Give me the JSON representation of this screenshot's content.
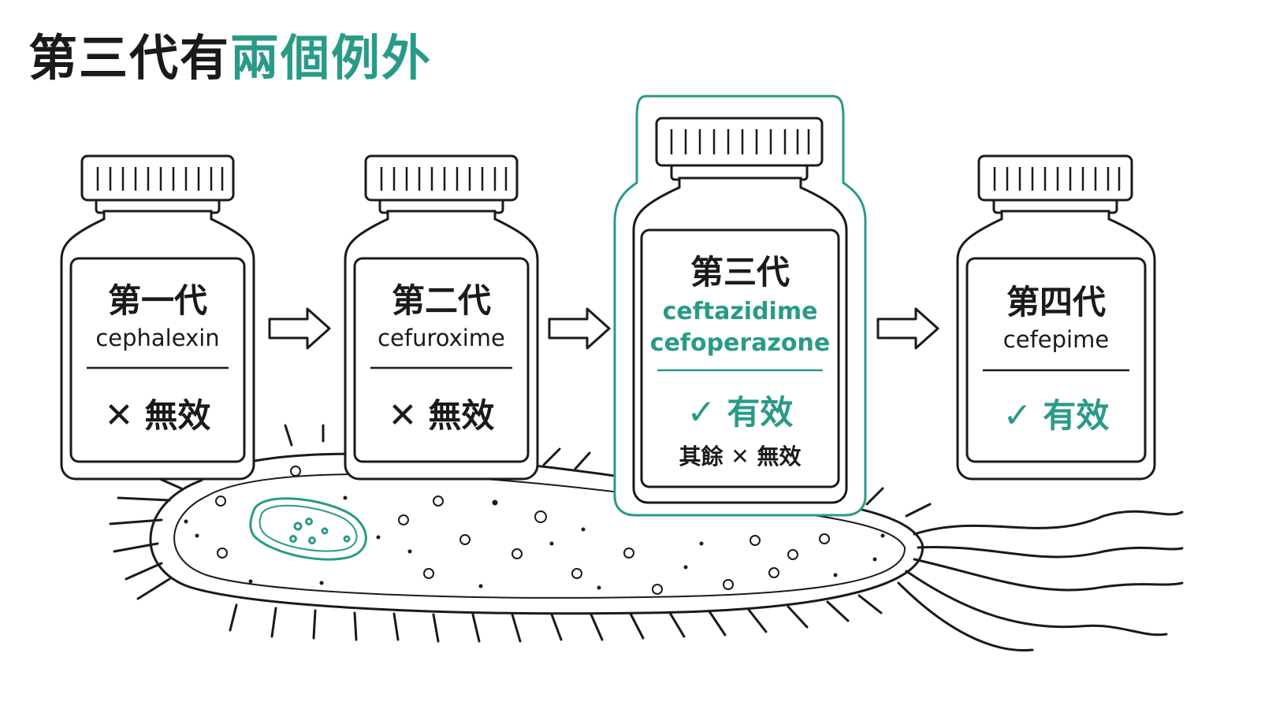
{
  "title": {
    "prefix": "第三代有",
    "highlight": "兩個例外"
  },
  "colors": {
    "accent": "#2a9a88",
    "ink": "#1a1a1a"
  },
  "bottles": [
    {
      "generation": "第一代",
      "drugs": [
        "cephalexin"
      ],
      "verdict": "無效",
      "verdict_icon": "cross-icon",
      "effective": false
    },
    {
      "generation": "第二代",
      "drugs": [
        "cefuroxime"
      ],
      "verdict": "無效",
      "verdict_icon": "cross-icon",
      "effective": false
    },
    {
      "generation": "第三代",
      "drugs": [
        "ceftazidime",
        "cefoperazone"
      ],
      "verdict": "有效",
      "verdict_icon": "check-icon",
      "effective": true,
      "highlighted": true,
      "note": "其餘 ✕ 無效"
    },
    {
      "generation": "第四代",
      "drugs": [
        "cefepime"
      ],
      "verdict": "有效",
      "verdict_icon": "check-icon",
      "effective": true
    }
  ],
  "icons": {
    "arrow": "right-arrow-icon",
    "bacterium": "bacterium-illustration-icon"
  }
}
